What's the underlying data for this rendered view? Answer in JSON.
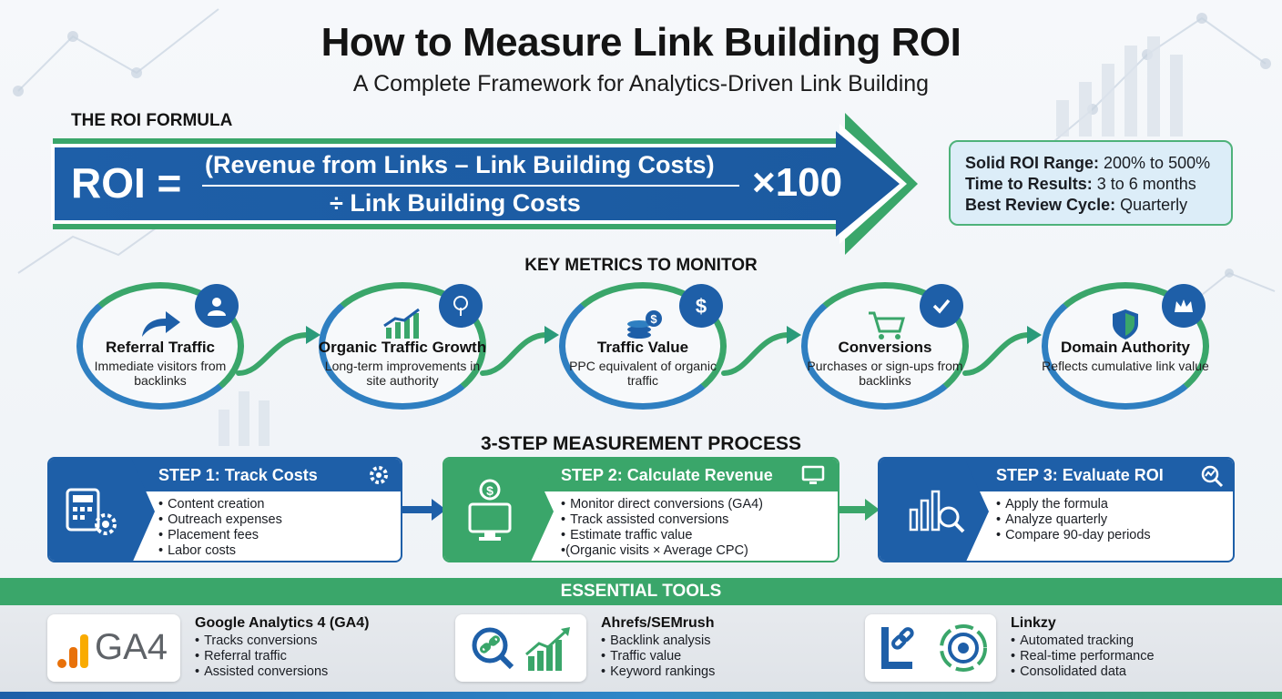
{
  "header": {
    "title": "How to Measure Link Building ROI",
    "subtitle": "A Complete Framework for Analytics-Driven Link Building"
  },
  "formula": {
    "section_label": "THE ROI FORMULA",
    "lhs": "ROI =",
    "numerator": "(Revenue from Links – Link Building Costs)",
    "denominator": "÷ Link Building Costs",
    "multiplier": "×100"
  },
  "info": {
    "items": [
      {
        "label": "Solid ROI Range:",
        "value": " 200% to 500%"
      },
      {
        "label": "Time to Results:",
        "value": " 3 to 6 months"
      },
      {
        "label": "Best Review Cycle:",
        "value": " Quarterly"
      }
    ]
  },
  "metrics": {
    "section_label": "KEY METRICS TO MONITOR",
    "items": [
      {
        "title": "Referral Traffic",
        "desc": "Immediate visitors from backlinks",
        "icon": "user-icon"
      },
      {
        "title": "Organic Traffic Growth",
        "desc": "Long-term improvements in site authority",
        "icon": "tree-icon"
      },
      {
        "title": "Traffic Value",
        "desc": "PPC equivalent of organic traffic",
        "icon": "dollar-icon"
      },
      {
        "title": "Conversions",
        "desc": "Purchases or sign-ups from backlinks",
        "icon": "check-icon"
      },
      {
        "title": "Domain Authority",
        "desc": "Reflects cumulative link value",
        "icon": "crown-icon"
      }
    ]
  },
  "process": {
    "section_label": "3-STEP MEASUREMENT PROCESS",
    "steps": [
      {
        "title": "STEP 1: Track Costs",
        "items": [
          "Content creation",
          "Outreach expenses",
          "Placement fees",
          "Labor costs"
        ]
      },
      {
        "title": "STEP 2: Calculate Revenue",
        "items": [
          "Monitor direct conversions (GA4)",
          "Track assisted conversions",
          "Estimate traffic value",
          "(Organic visits × Average CPC)"
        ]
      },
      {
        "title": "STEP 3: Evaluate ROI",
        "items": [
          "Apply the formula",
          "Analyze quarterly",
          "Compare 90-day periods"
        ]
      }
    ]
  },
  "tools": {
    "section_label": "ESSENTIAL TOOLS",
    "items": [
      {
        "name": "Google Analytics 4 (GA4)",
        "logo_text": "GA4",
        "items": [
          "Tracks conversions",
          "Referral traffic",
          "Assisted conversions"
        ]
      },
      {
        "name": "Ahrefs/SEMrush",
        "items": [
          "Backlink analysis",
          "Traffic value",
          "Keyword rankings"
        ]
      },
      {
        "name": "Linkzy",
        "items": [
          "Automated tracking",
          "Real-time performance",
          "Consolidated data"
        ]
      }
    ]
  },
  "colors": {
    "blue": "#1e5fa8",
    "green": "#3aa66a",
    "info_bg": "#dcedf8"
  }
}
